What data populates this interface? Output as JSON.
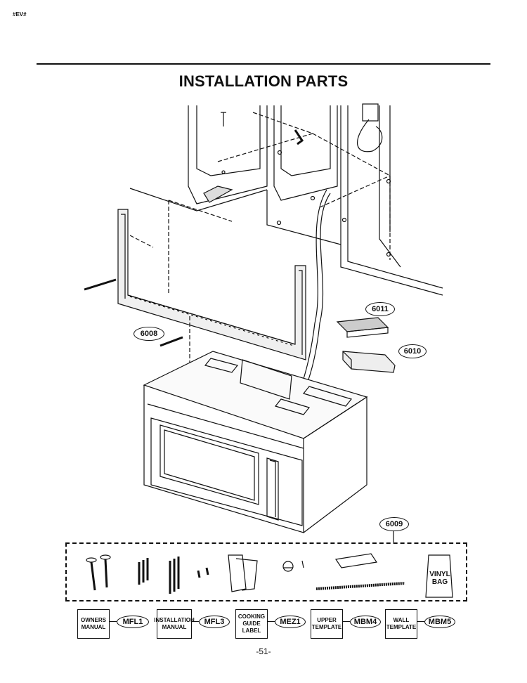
{
  "header_code": "#EV#",
  "title": "INSTALLATION PARTS",
  "callouts": {
    "p6008": "6008",
    "p6009": "6009",
    "p6010": "6010",
    "p6011": "6011"
  },
  "vinyl_bag": "VINYL BAG",
  "documents": [
    {
      "label": "OWNERS MANUAL",
      "code": "MFL1"
    },
    {
      "label": "INSTALLATION MANUAL",
      "code": "MFL3"
    },
    {
      "label": "COOKING GUIDE LABEL",
      "code": "MEZ1"
    },
    {
      "label": "UPPER TEMPLATE",
      "code": "MBM4"
    },
    {
      "label": "WALL TEMPLATE",
      "code": "MBM5"
    }
  ],
  "page_number": "-51-"
}
